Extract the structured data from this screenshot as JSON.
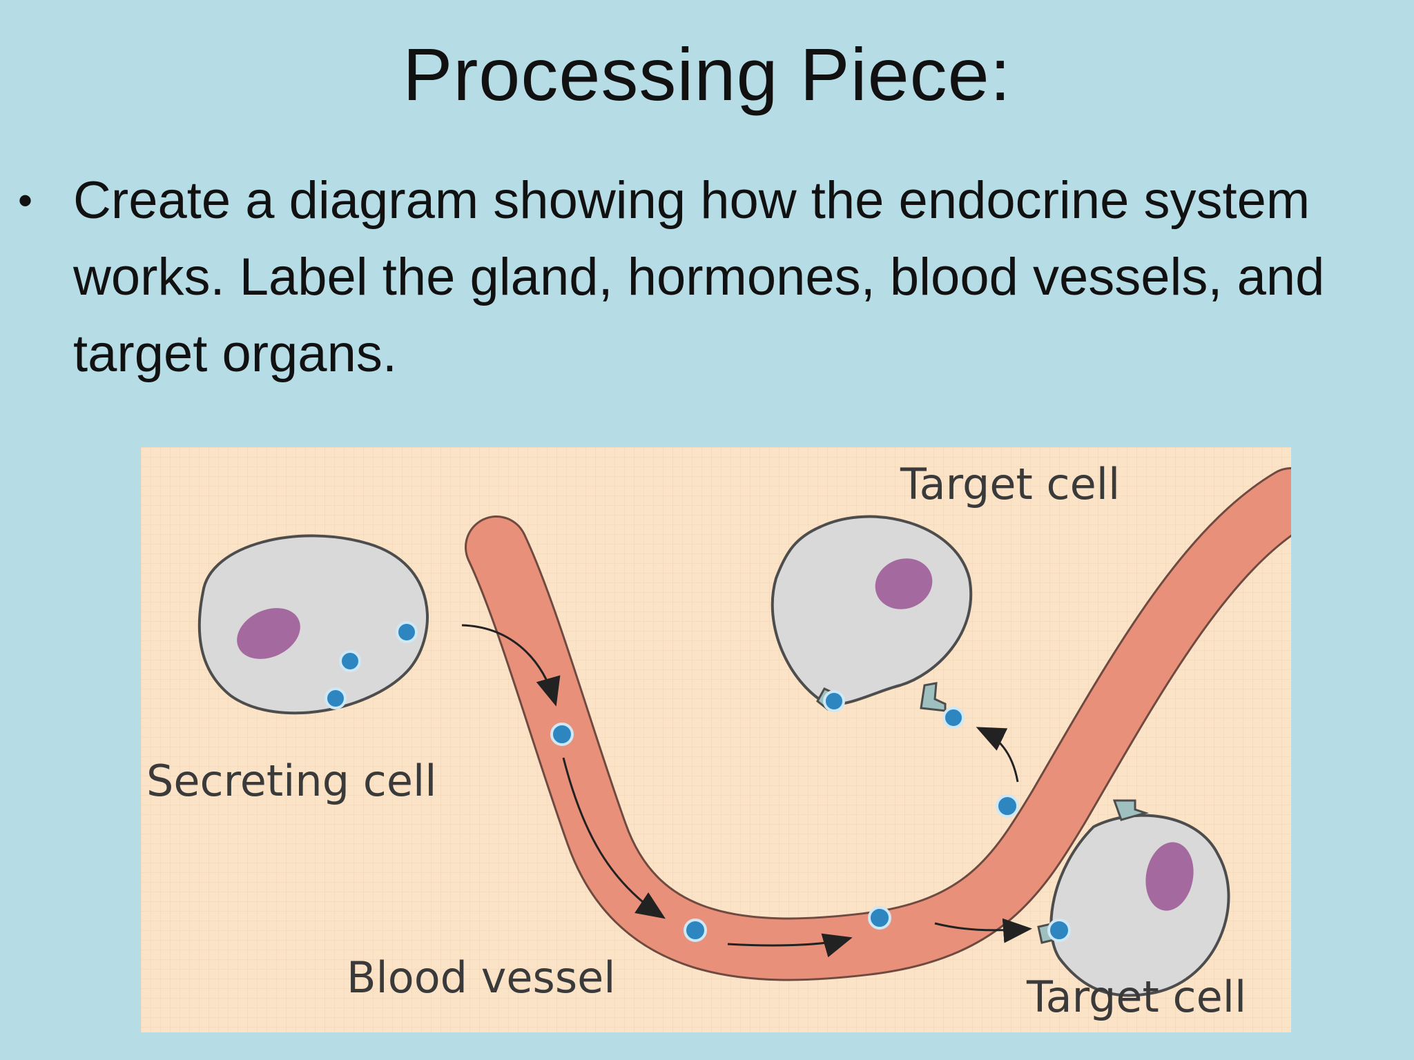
{
  "slide": {
    "title": "Processing Piece:",
    "bullet_text": "Create a diagram showing how the endocrine system works. Label the gland, hormones, blood vessels, and target organs."
  },
  "figure": {
    "labels": {
      "secreting_cell": "Secreting cell",
      "blood_vessel": "Blood vessel",
      "target_cell_top": "Target cell",
      "target_cell_bottom": "Target cell"
    },
    "colors": {
      "background": "#fbe3c8",
      "vessel": "#e8907a",
      "cell": "#d9d9d9",
      "nucleus": "#a46aa0",
      "hormone": "#2e86c1"
    }
  }
}
